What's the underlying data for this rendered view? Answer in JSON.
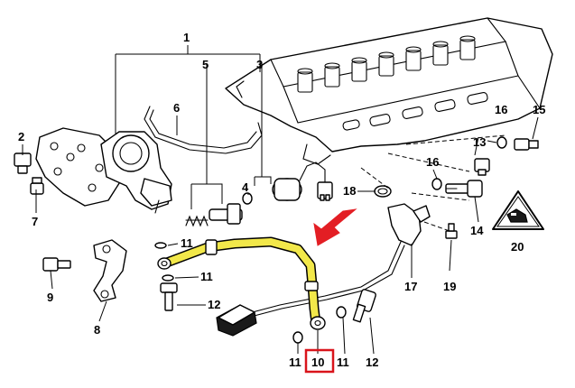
{
  "colors": {
    "highlight_fill": "#f2e84a",
    "highlight_box": "#d9141b",
    "arrow": "#e31e24"
  },
  "callouts": {
    "c1": "1",
    "c2": "2",
    "c3": "3",
    "c4": "4",
    "c5": "5",
    "c6": "6",
    "c7": "7",
    "c8": "8",
    "c9": "9",
    "c10": "10",
    "c11a": "11",
    "c11b": "11",
    "c11c": "11",
    "c11d": "11",
    "c12a": "12",
    "c12b": "12",
    "c13": "13",
    "c14": "14",
    "c15": "15",
    "c16a": "16",
    "c16b": "16",
    "c17": "17",
    "c18": "18",
    "c19": "19",
    "c20": "20"
  },
  "highlighted_part": "10",
  "warning_icon": "vanos-warning-triangle-icon"
}
